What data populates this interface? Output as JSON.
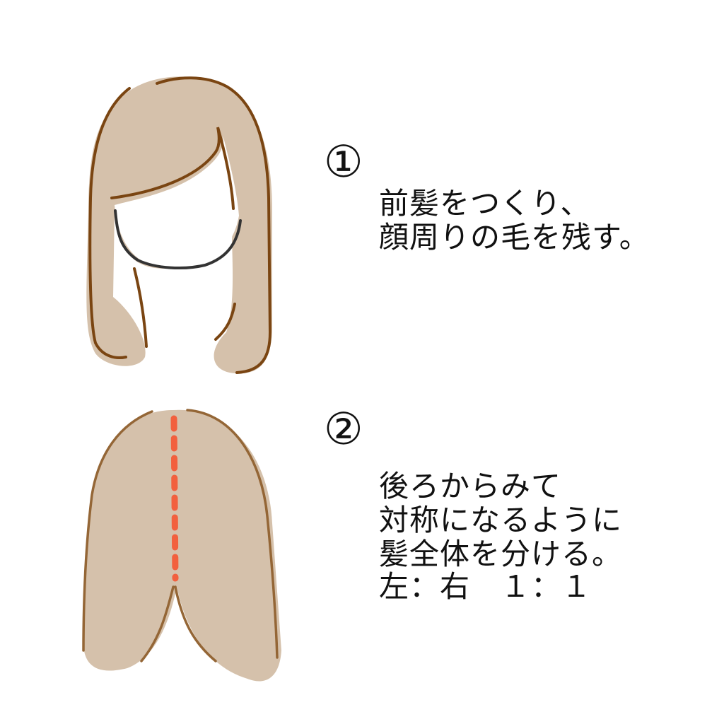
{
  "colors": {
    "hair_fill": "#d5c1ab",
    "hair_outline_front": "#7a4512",
    "hair_outline_back": "#946636",
    "face_line": "#333333",
    "part_line": "#f2603e"
  },
  "step1": {
    "number": "①",
    "lines": [
      "前髪をつくり、",
      "顔周りの毛を残す。"
    ]
  },
  "step2": {
    "number": "②",
    "lines": [
      "後ろからみて",
      "対称になるように",
      "髪全体を分ける。",
      "左：右　１：１"
    ]
  }
}
